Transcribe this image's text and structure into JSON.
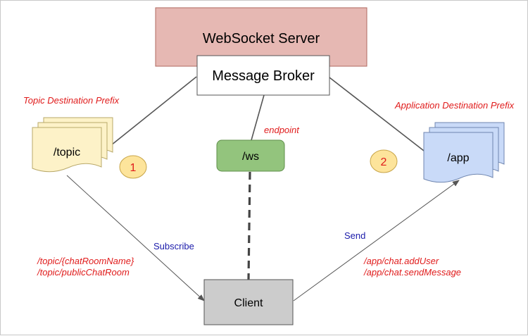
{
  "server": {
    "label": "WebSocket Server"
  },
  "broker": {
    "label": "Message Broker"
  },
  "topic": {
    "label": "/topic",
    "caption": "Topic Destination Prefix"
  },
  "app": {
    "label": "/app",
    "caption": "Application Destination Prefix"
  },
  "ws": {
    "label": "/ws",
    "caption": "endpoint"
  },
  "client": {
    "label": "Client"
  },
  "badges": {
    "one": "1",
    "two": "2"
  },
  "subscribe": {
    "label": "Subscribe",
    "paths": [
      "/topic/{chatRoomName}",
      "/topic/publicChatRoom"
    ]
  },
  "send": {
    "label": "Send",
    "paths": [
      "/app/chat.addUser",
      "/app/chat.sendMessage"
    ]
  },
  "colors": {
    "server_fill": "#e6b8b3",
    "server_stroke": "#b06a62",
    "broker_fill": "#ffffff",
    "topic_fill": "#fdf2c8",
    "topic_stroke": "#b9a96a",
    "app_fill": "#c9daf8",
    "app_stroke": "#6f86b0",
    "ws_fill": "#93c47d",
    "ws_stroke": "#5f8f4a",
    "client_fill": "#cccccc",
    "badge_fill": "#fde49b",
    "badge_stroke": "#c9a64a",
    "badge_text": "#e01b1b",
    "line": "#555555",
    "caption_red": "#e01b1b",
    "caption_blue": "#1a1aaa"
  }
}
